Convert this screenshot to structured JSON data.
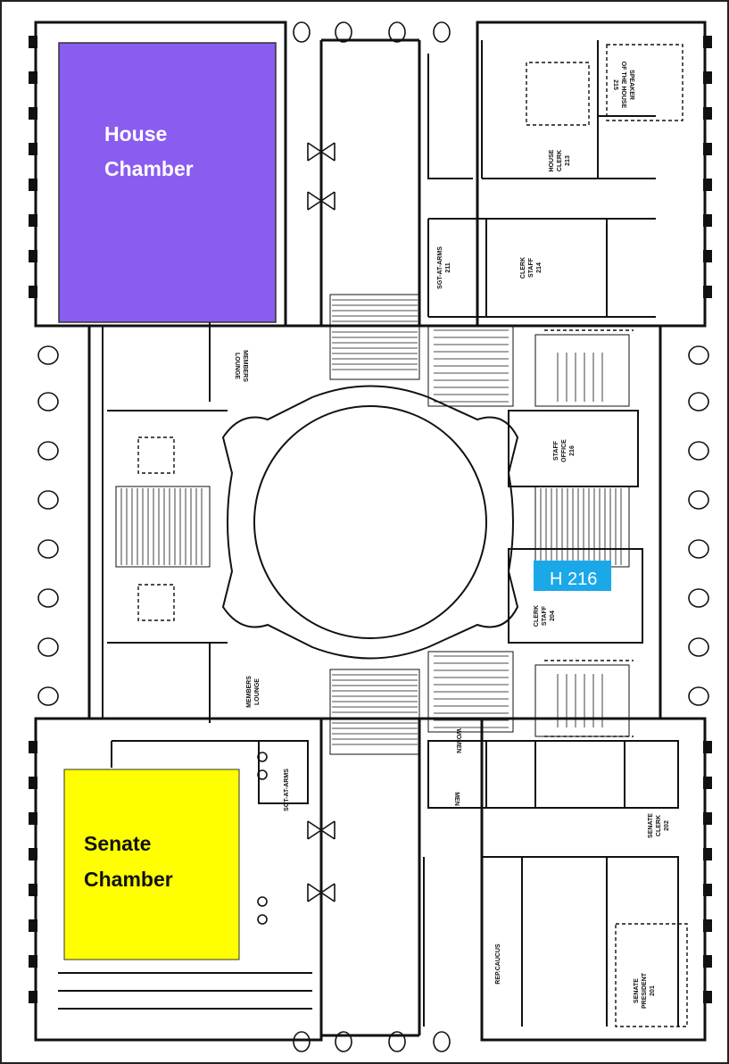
{
  "colors": {
    "house_chamber": "#8a5cf0",
    "senate_chamber": "#ffff00",
    "h216_highlight": "#1aa8e8",
    "walls": "#111111",
    "frame": "#222222",
    "background": "#ffffff"
  },
  "highlights": {
    "house": {
      "line1": "House",
      "line2": "Chamber"
    },
    "senate": {
      "line1": "Senate",
      "line2": "Chamber"
    },
    "h216": {
      "label": "H 216"
    }
  },
  "rooms": [
    {
      "id": "speaker",
      "lines": [
        "SPEAKER",
        "OF THE HOUSE",
        "215"
      ]
    },
    {
      "id": "house-clerk",
      "lines": [
        "HOUSE",
        "CLERK",
        "213"
      ]
    },
    {
      "id": "sgt-at-arms-211",
      "lines": [
        "SGT-AT-ARMS",
        "211"
      ]
    },
    {
      "id": "clerk-staff-214",
      "lines": [
        "CLERK",
        "STAFF",
        "214"
      ]
    },
    {
      "id": "members-lounge-north",
      "lines": [
        "MEMBERS",
        "LOUNGE"
      ]
    },
    {
      "id": "staff-office-216",
      "lines": [
        "STAFF",
        "OFFICE",
        "216"
      ]
    },
    {
      "id": "clerk-staff-204",
      "lines": [
        "CLERK",
        "STAFF",
        "204"
      ]
    },
    {
      "id": "members-lounge-south",
      "lines": [
        "MEMBERS",
        "LOUNGE"
      ]
    },
    {
      "id": "sgt-at-arms-south",
      "lines": [
        "SGT-AT-ARMS"
      ]
    },
    {
      "id": "women",
      "lines": [
        "WOMEN"
      ]
    },
    {
      "id": "men",
      "lines": [
        "MEN"
      ]
    },
    {
      "id": "senate-clerk",
      "lines": [
        "SENATE",
        "CLERK",
        "202"
      ]
    },
    {
      "id": "rep-caucus",
      "lines": [
        "REP.CAUCUS"
      ]
    },
    {
      "id": "senate-president",
      "lines": [
        "SENATE",
        "PRESIDENT",
        "201"
      ]
    }
  ]
}
